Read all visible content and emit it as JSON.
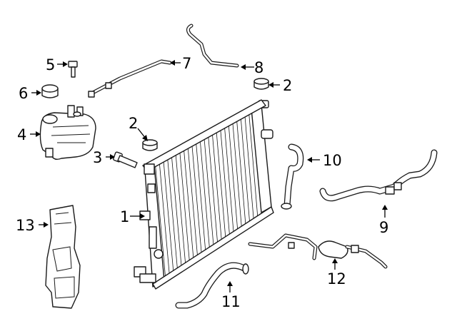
{
  "diagram": {
    "colors": {
      "line": "#1a1a1a",
      "background": "#ffffff"
    },
    "callouts": [
      {
        "id": "c1",
        "label": "1"
      },
      {
        "id": "c2a",
        "label": "2"
      },
      {
        "id": "c2b",
        "label": "2"
      },
      {
        "id": "c3",
        "label": "3"
      },
      {
        "id": "c4",
        "label": "4"
      },
      {
        "id": "c5",
        "label": "5"
      },
      {
        "id": "c6",
        "label": "6"
      },
      {
        "id": "c7",
        "label": "7"
      },
      {
        "id": "c8",
        "label": "8"
      },
      {
        "id": "c9",
        "label": "9"
      },
      {
        "id": "c10",
        "label": "10"
      },
      {
        "id": "c11",
        "label": "11"
      },
      {
        "id": "c12",
        "label": "12"
      },
      {
        "id": "c13",
        "label": "13"
      }
    ]
  }
}
